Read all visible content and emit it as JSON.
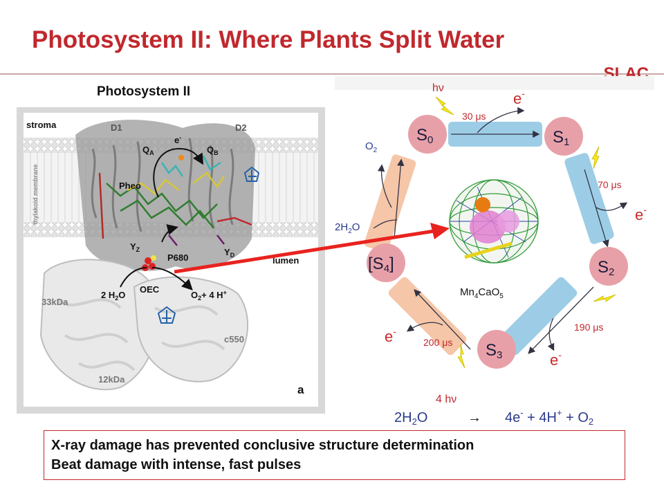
{
  "slide": {
    "title": "Photosystem II: Where Plants Split Water",
    "logo": "SLAC"
  },
  "left_panel": {
    "label": "Photosystem II",
    "stroma": "stroma",
    "d1": "D1",
    "d2": "D2",
    "membrane": "thylakoid membrane",
    "qa": "Q",
    "qa_sub": "A",
    "qb": "Q",
    "qb_sub": "B",
    "electron": "e",
    "electron_sup": "-",
    "pheo": "Pheo",
    "yz": "Y",
    "yz_sub": "Z",
    "yd": "Y",
    "yd_sub": "D",
    "p680": "P680",
    "lumen": "lumen",
    "oec": "OEC",
    "kda33": "33kDa",
    "water_left": "2 H",
    "water_left_sub": "2",
    "water_left_end": "O",
    "products": "O",
    "products_sub": "2",
    "products_end": "+ 4 H",
    "products_sup": "+",
    "c550": "c550",
    "kda12": "12kDa",
    "panel_letter": "a"
  },
  "cycle": {
    "states": [
      {
        "label": "S",
        "sub": "0"
      },
      {
        "label": "S",
        "sub": "1"
      },
      {
        "label": "S",
        "sub": "2"
      },
      {
        "label": "S",
        "sub": "3"
      },
      {
        "label": "[S",
        "sub": "4",
        "end": "]"
      }
    ],
    "hv": "hν",
    "times": [
      "30 μs",
      "70 μs",
      "190 μs",
      "200 μs"
    ],
    "electron": "e",
    "electron_sup": "-",
    "o2": "O",
    "o2_sub": "2",
    "h2o_pre": "2H",
    "h2o_sub": "2",
    "h2o_end": "O",
    "cluster_label": "Mn",
    "cluster_sub1": "4",
    "cluster_mid": "CaO",
    "cluster_sub2": "5",
    "equation_top": "4 hν",
    "eq_left_pre": "2H",
    "eq_left_sub": "2",
    "eq_left_end": "O",
    "eq_arrow": "→",
    "eq_right_a": "4e",
    "eq_right_a_sup": "-",
    "eq_right_b": " + 4H",
    "eq_right_b_sup": "+",
    "eq_right_c": " + O",
    "eq_right_c_sub": "2"
  },
  "notes": [
    "X-ray damage has prevented conclusive structure determination",
    "Beat damage with intense, fast pulses"
  ],
  "colors": {
    "title_red": "#c0282d",
    "state_pink": "#e8a0a8",
    "bar_blue": "#9dcde6",
    "bar_orange": "#f5c6a8",
    "electron_red": "#cc2a2a",
    "flash_yellow": "#f6e81c",
    "h2o_blue": "#2a3a8c",
    "time_red": "#c0282d"
  }
}
